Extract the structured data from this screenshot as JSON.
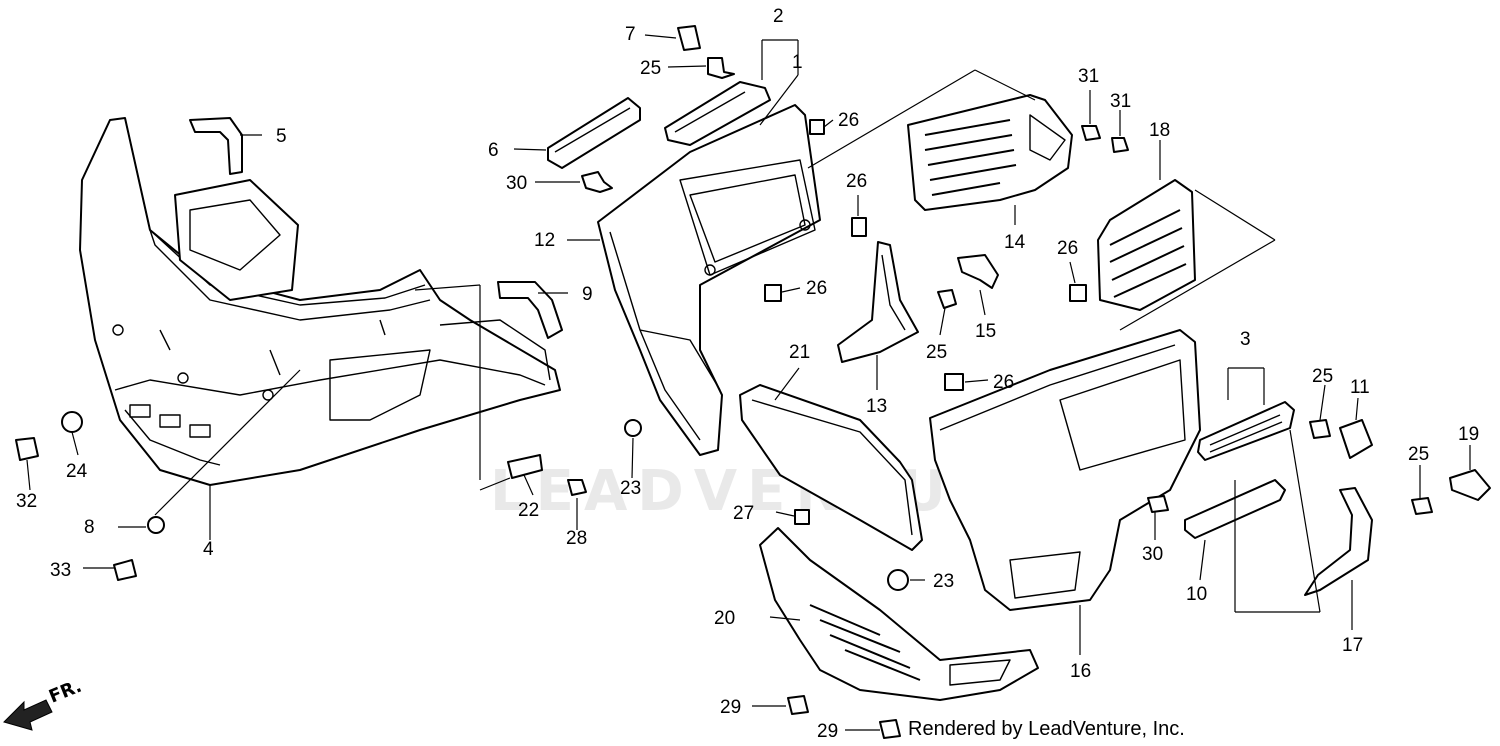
{
  "watermark": "LEADVENTURE",
  "credit": "Rendered by LeadVenture, Inc.",
  "direction_marker": "FR.",
  "callouts": [
    "1",
    "2",
    "3",
    "4",
    "5",
    "6",
    "7",
    "8",
    "9",
    "10",
    "11",
    "12",
    "13",
    "14",
    "15",
    "16",
    "17",
    "18",
    "19",
    "20",
    "21",
    "22",
    "23",
    "23",
    "24",
    "25",
    "25",
    "25",
    "25",
    "26",
    "26",
    "26",
    "26",
    "26",
    "27",
    "28",
    "29",
    "29",
    "30",
    "30",
    "31",
    "31",
    "32",
    "33"
  ]
}
